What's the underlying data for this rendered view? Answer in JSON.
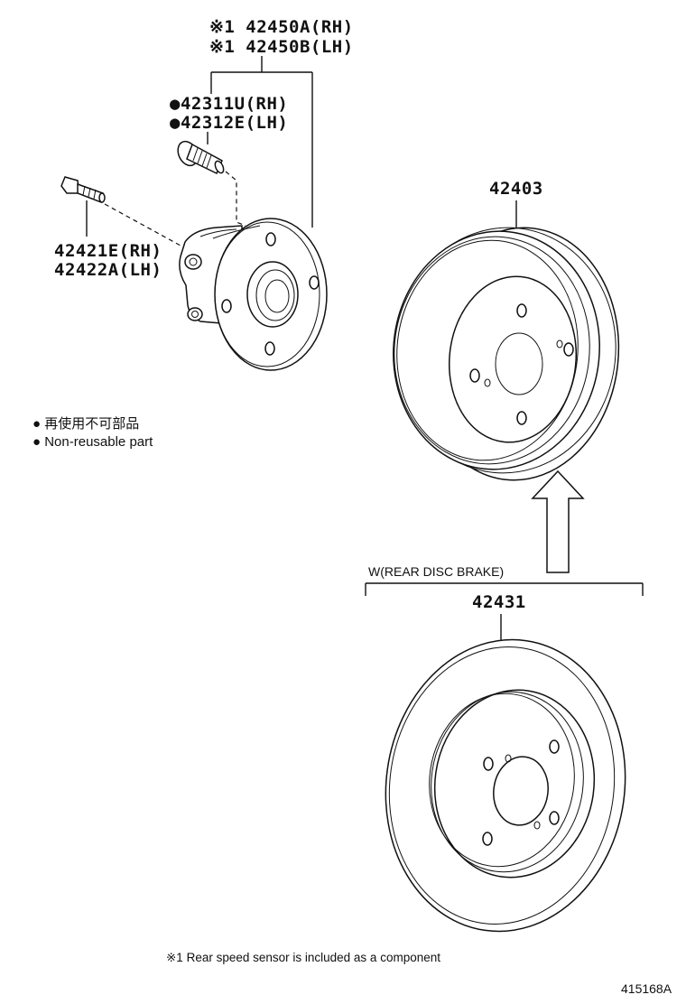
{
  "callouts": {
    "hub_rh": "※1 42450A(RH)",
    "hub_lh": "※1 42450B(LH)",
    "stud_rh": "●42311U(RH)",
    "stud_lh": "●42312E(LH)",
    "bolt_rh": "42421E(RH)",
    "bolt_lh": "42422A(LH)",
    "drum": "42403",
    "disc": "42431",
    "disc_group": "W(REAR DISC BRAKE)"
  },
  "legend": {
    "jp": "● 再使用不可部品",
    "en": "● Non-reusable part"
  },
  "footnote": "※1 Rear speed sensor is included as a component",
  "reference_code": "415168A"
}
